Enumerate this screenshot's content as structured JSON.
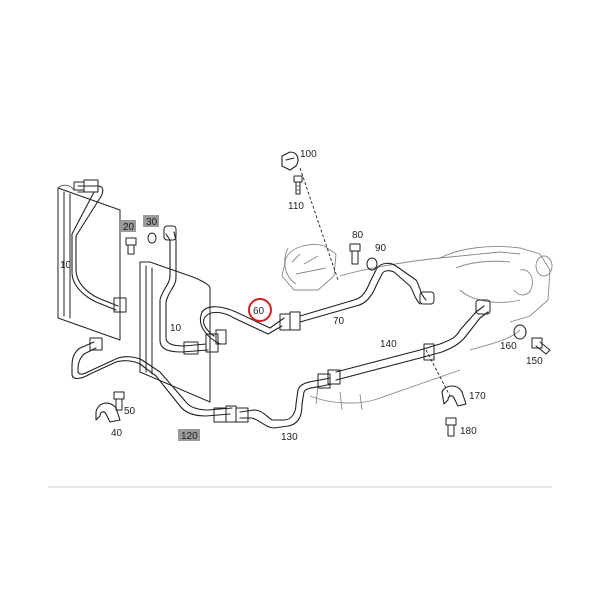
{
  "diagram": {
    "highlight_color": "#d42020",
    "label_box_color": "#9a9a9a",
    "labels": [
      {
        "id": "100",
        "text": "100"
      },
      {
        "id": "110",
        "text": "110"
      },
      {
        "id": "20",
        "text": "20"
      },
      {
        "id": "30",
        "text": "30"
      },
      {
        "id": "10a",
        "text": "10"
      },
      {
        "id": "10b",
        "text": "10"
      },
      {
        "id": "80",
        "text": "80"
      },
      {
        "id": "90",
        "text": "90"
      },
      {
        "id": "60",
        "text": "60"
      },
      {
        "id": "70",
        "text": "70"
      },
      {
        "id": "140",
        "text": "140"
      },
      {
        "id": "160",
        "text": "160"
      },
      {
        "id": "150",
        "text": "150"
      },
      {
        "id": "50",
        "text": "50"
      },
      {
        "id": "40",
        "text": "40"
      },
      {
        "id": "120",
        "text": "120"
      },
      {
        "id": "130",
        "text": "130"
      },
      {
        "id": "170",
        "text": "170"
      },
      {
        "id": "180",
        "text": "180"
      }
    ],
    "highlighted_part": "60"
  }
}
